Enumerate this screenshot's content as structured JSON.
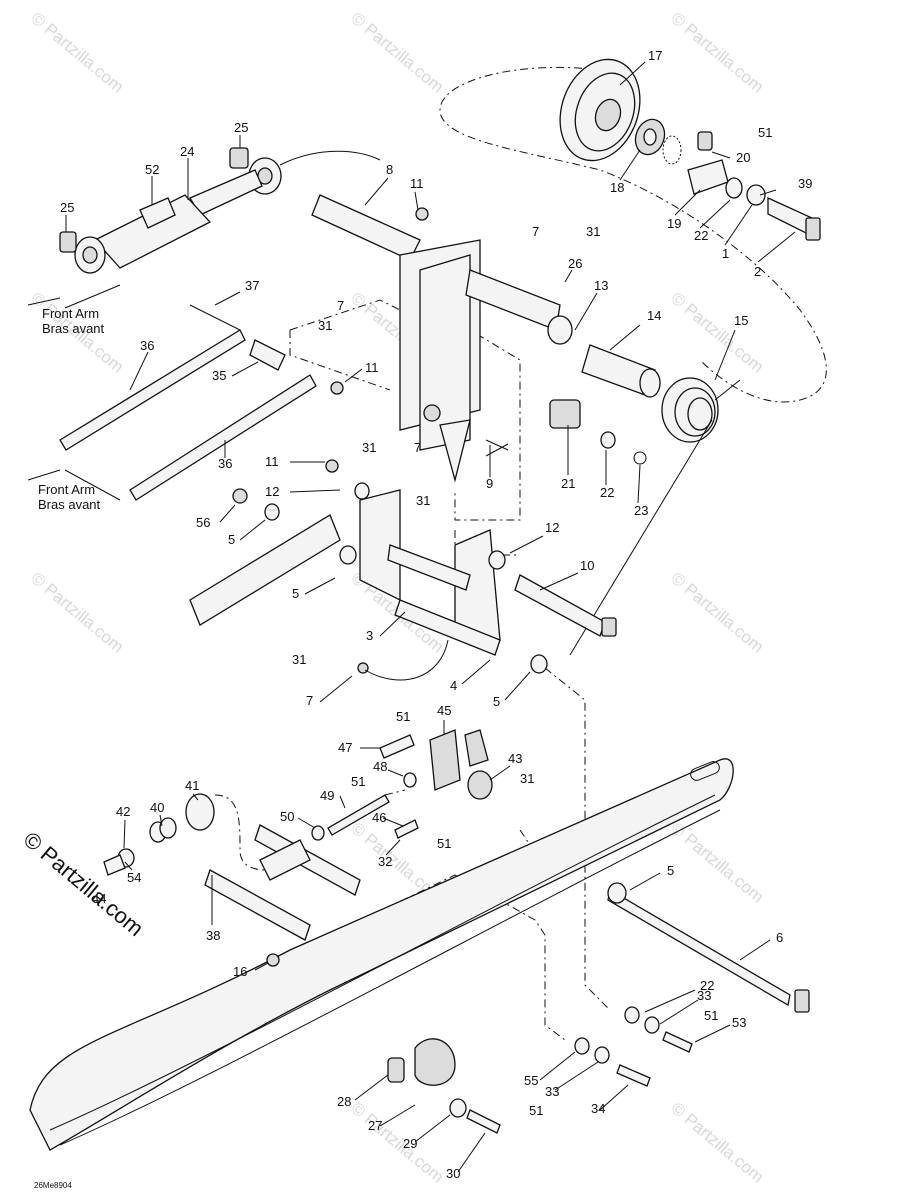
{
  "watermark": "© Partzilla.com",
  "brand_text": "© Partzilla.com",
  "drawing_code": "26Me8904",
  "front_arm_label": [
    "Front Arm",
    "Bras avant"
  ],
  "callouts": {
    "c17": "17",
    "c51a": "51",
    "c20": "20",
    "c39": "39",
    "c18": "18",
    "c19": "19",
    "c22a": "22",
    "c1": "1",
    "c2": "2",
    "c25a": "25",
    "c24": "24",
    "c52": "52",
    "c25b": "25",
    "c8": "8",
    "c11a": "11",
    "c7a": "7",
    "c31a": "31",
    "c26": "26",
    "c13": "13",
    "c14": "14",
    "c15": "15",
    "c37": "37",
    "c7b": "7",
    "c31b": "31",
    "c36a": "36",
    "c35": "35",
    "c11b": "11",
    "c31c": "31",
    "c7c": "7",
    "c9": "9",
    "c21": "21",
    "c22b": "22",
    "c23": "23",
    "c11c": "11",
    "c36b": "36",
    "c12a": "12",
    "c31d": "31",
    "c56": "56",
    "c5a": "5",
    "c12b": "12",
    "c5b": "5",
    "c10": "10",
    "c3": "3",
    "c31e": "31",
    "c7d": "7",
    "c4": "4",
    "c5c": "5",
    "c45": "45",
    "c51b": "51",
    "c47": "47",
    "c48": "48",
    "c43": "43",
    "c31f": "31",
    "c51c": "51",
    "c41": "41",
    "c49": "49",
    "c42": "42",
    "c40": "40",
    "c46": "46",
    "c50": "50",
    "c32": "32",
    "c51d": "51",
    "c44": "44",
    "c54": "54",
    "c5d": "5",
    "c38": "38",
    "c6": "6",
    "c16": "16",
    "c22c": "22",
    "c33a": "33",
    "c51e": "51",
    "c53": "53",
    "c55": "55",
    "c33b": "33",
    "c28": "28",
    "c34": "34",
    "c51f": "51",
    "c27": "27",
    "c29": "29",
    "c30": "30"
  }
}
